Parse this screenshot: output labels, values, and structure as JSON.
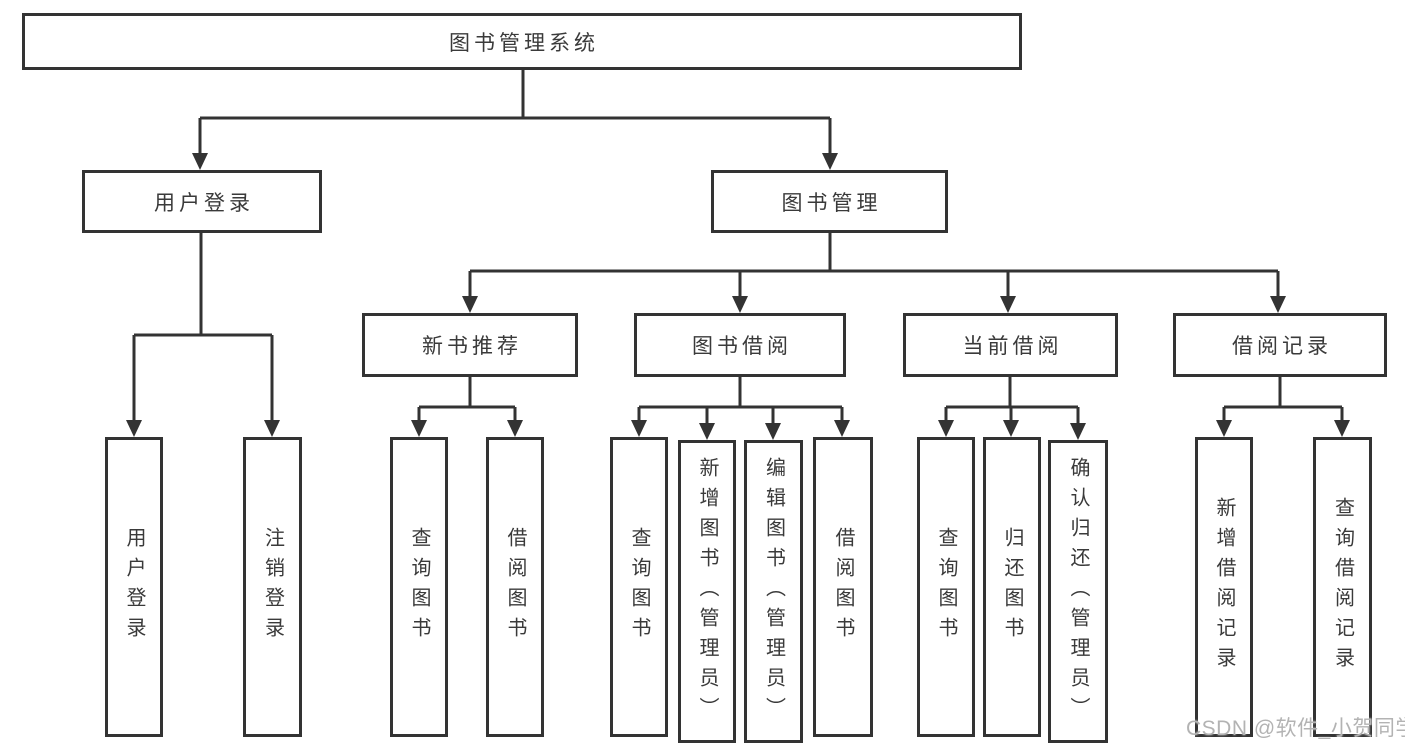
{
  "tree": {
    "root": {
      "label": "图书管理系统",
      "children": {
        "user_login": {
          "label": "用户登录",
          "children": {
            "login": {
              "label": "用户登录"
            },
            "logout": {
              "label": "注销登录"
            }
          }
        },
        "book_mgmt": {
          "label": "图书管理",
          "children": {
            "new_book_rec": {
              "label": "新书推荐",
              "children": {
                "query_books": {
                  "label": "查询图书"
                },
                "borrow_books": {
                  "label": "借阅图书"
                }
              }
            },
            "book_borrow": {
              "label": "图书借阅",
              "children": {
                "query_books": {
                  "label": "查询图书"
                },
                "add_books": {
                  "label": "新增图书（管理员）"
                },
                "edit_books": {
                  "label": "编辑图书（管理员）"
                },
                "borrow_books": {
                  "label": "借阅图书"
                }
              }
            },
            "current_borrow": {
              "label": "当前借阅",
              "children": {
                "query_books": {
                  "label": "查询图书"
                },
                "return_books": {
                  "label": "归还图书"
                },
                "confirm_return": {
                  "label": "确认归还（管理员）"
                }
              }
            },
            "borrow_records": {
              "label": "借阅记录",
              "children": {
                "add_record": {
                  "label": "新增借阅记录"
                },
                "query_record": {
                  "label": "查询借阅记录"
                }
              }
            }
          }
        }
      }
    }
  },
  "watermark": "CSDN @软件_小贺同学",
  "colors": {
    "line": "#333333",
    "text": "#3a3a3a",
    "watermark": "#b3b3b3",
    "background": "#ffffff"
  }
}
